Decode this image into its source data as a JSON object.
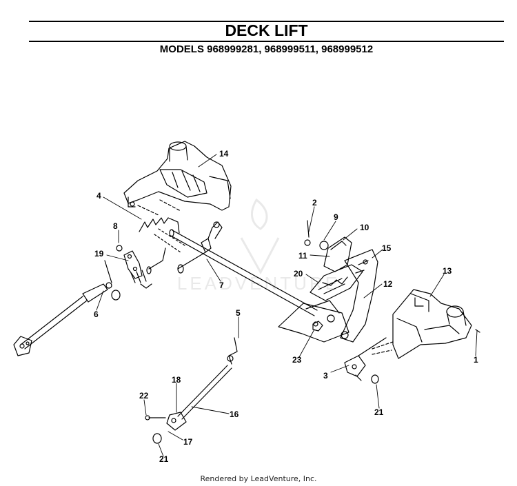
{
  "header": {
    "title": "DECK LIFT",
    "subtitle": "MODELS 968999281, 968999511, 968999512"
  },
  "watermark": {
    "text": "LEADVENTURE"
  },
  "callouts": [
    {
      "id": "c14",
      "label": "14"
    },
    {
      "id": "c4",
      "label": "4"
    },
    {
      "id": "c2",
      "label": "2"
    },
    {
      "id": "c9",
      "label": "9"
    },
    {
      "id": "c10",
      "label": "10"
    },
    {
      "id": "c8",
      "label": "8"
    },
    {
      "id": "c11",
      "label": "11"
    },
    {
      "id": "c15",
      "label": "15"
    },
    {
      "id": "c19",
      "label": "19"
    },
    {
      "id": "c13",
      "label": "13"
    },
    {
      "id": "c20",
      "label": "20"
    },
    {
      "id": "c7",
      "label": "7"
    },
    {
      "id": "c12",
      "label": "12"
    },
    {
      "id": "c6",
      "label": "6"
    },
    {
      "id": "c5",
      "label": "5"
    },
    {
      "id": "c1",
      "label": "1"
    },
    {
      "id": "c23",
      "label": "23"
    },
    {
      "id": "c3",
      "label": "3"
    },
    {
      "id": "c18",
      "label": "18"
    },
    {
      "id": "c22",
      "label": "22"
    },
    {
      "id": "c16",
      "label": "16"
    },
    {
      "id": "c21a",
      "label": "21"
    },
    {
      "id": "c17",
      "label": "17"
    },
    {
      "id": "c21b",
      "label": "21"
    }
  ],
  "footer": {
    "text": "Rendered by LeadVenture, Inc."
  }
}
